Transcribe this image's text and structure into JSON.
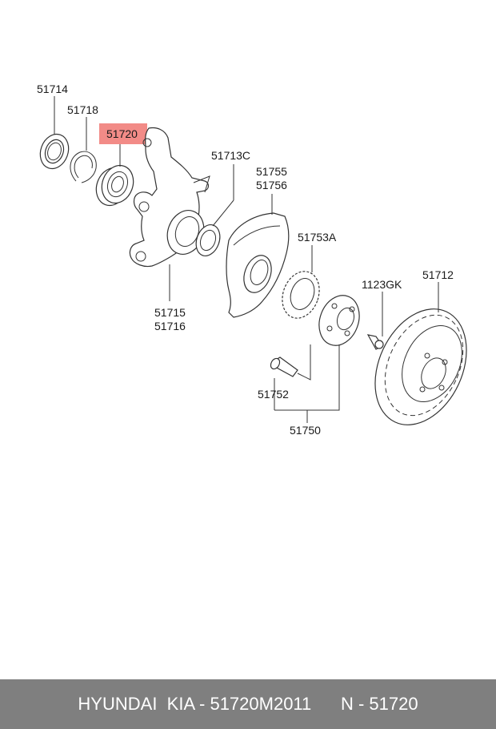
{
  "highlight_color": "#f28b87",
  "labels": {
    "l51714": "51714",
    "l51718": "51718",
    "l51720": "51720",
    "l51713c": "51713C",
    "l51755": "51755",
    "l51756": "51756",
    "l51753a": "51753A",
    "l1123gk": "1123GK",
    "l51712": "51712",
    "l51715": "51715",
    "l51716": "51716",
    "l51752": "51752",
    "l51750": "51750"
  },
  "footer": {
    "brand": "HYUNDAI  KIA - 51720M2011",
    "part_ref": "N - 51720"
  }
}
